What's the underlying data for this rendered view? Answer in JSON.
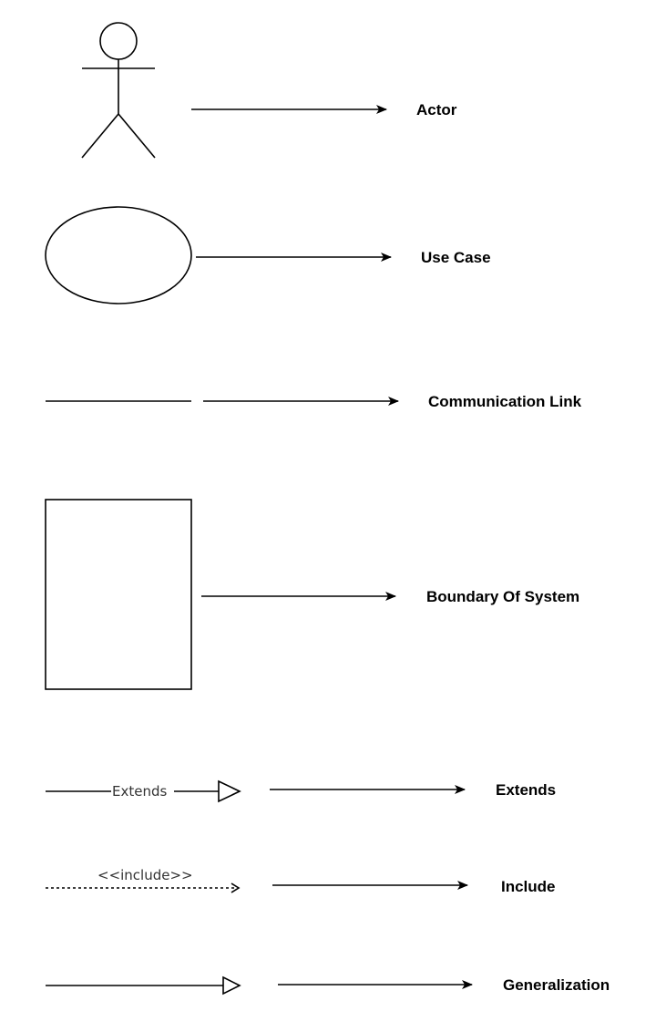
{
  "legend": {
    "actor": {
      "label": "Actor"
    },
    "use_case": {
      "label": "Use Case"
    },
    "communication_link": {
      "label": "Communication Link"
    },
    "boundary_of_system": {
      "label": "Boundary Of System"
    },
    "extends": {
      "label": "Extends",
      "inline_label": "Extends"
    },
    "include": {
      "label": "Include",
      "inline_label": "<<include>>"
    },
    "generalization": {
      "label": "Generalization"
    }
  }
}
